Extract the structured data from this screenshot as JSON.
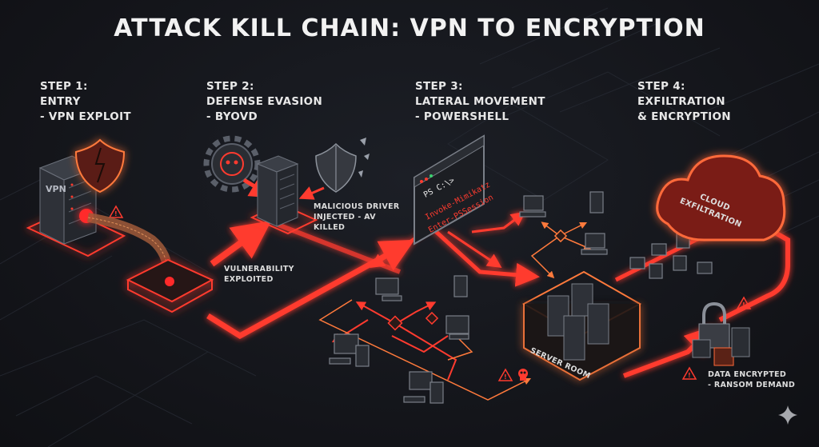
{
  "title": "ATTACK KILL CHAIN: VPN TO ENCRYPTION",
  "steps": [
    {
      "number": "STEP 1:",
      "name": "ENTRY",
      "detail": "- VPN EXPLOIT"
    },
    {
      "number": "STEP 2:",
      "name": "DEFENSE EVASION",
      "detail": "- BYOVD"
    },
    {
      "number": "STEP 3:",
      "name": "LATERAL MOVEMENT",
      "detail": "- POWERSHELL"
    },
    {
      "number": "STEP 4:",
      "name": "EXFILTRATION",
      "detail": "& ENCRYPTION"
    }
  ],
  "vpn_label": "VPN",
  "annotations": {
    "vulnerability": [
      "VULNERABILITY",
      "EXPLOITED"
    ],
    "driver": [
      "MALICIOUS DRIVER",
      "INJECTED - AV",
      "KILLED"
    ],
    "server_room": "SERVER ROOM",
    "cloud": [
      "CLOUD",
      "EXFILTRATION"
    ],
    "encrypted": [
      "DATA ENCRYPTED",
      "- RANSOM DEMAND"
    ]
  },
  "powershell": {
    "prompt": "PS C:\\>",
    "commands": [
      "Invoke-Mimikatz",
      "Enter-PSSession"
    ]
  },
  "colors": {
    "accent_red": "#ff3b2f",
    "accent_orange": "#ff7a3c",
    "text": "#eeeeee",
    "background": "#14161b"
  },
  "watermark_icon": "sparkle-icon"
}
